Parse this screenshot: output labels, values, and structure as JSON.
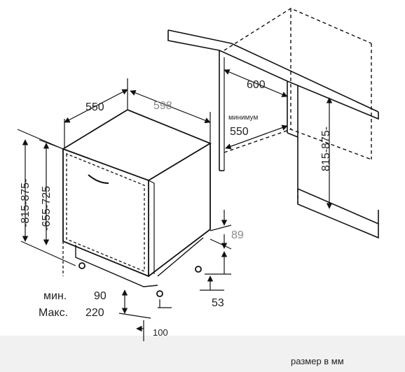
{
  "diagram": {
    "depth_550": "550",
    "width_598": "598",
    "height_range_left": "-815-875-",
    "height_range_front": "-655-725",
    "niche_width_600": "600",
    "minimum_label": "минимум",
    "niche_depth_550": "550",
    "niche_height_range": "815-875-",
    "plinth_89": "89",
    "plinth_53": "53",
    "min_label": "мин.",
    "min_value": "90",
    "max_label": "Макс.",
    "max_value": "220",
    "foot_100": "100",
    "units_note": "размер в мм"
  }
}
